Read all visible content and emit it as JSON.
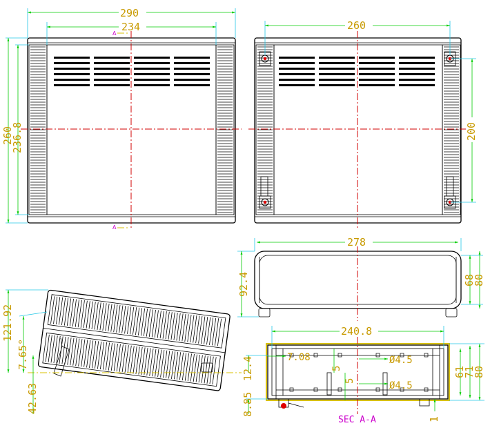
{
  "front_view": {
    "width_outer": "290",
    "width_inner": "234",
    "height_outer": "260",
    "height_inner": "236.8",
    "section_mark": "A"
  },
  "rear_view": {
    "width": "260",
    "height": "200"
  },
  "top_view": {
    "width": "278",
    "depth": "92.4",
    "h1": "68",
    "h2": "80"
  },
  "side_view": {
    "height": "121.92",
    "angle": "7.65°",
    "foot": "42.63"
  },
  "section_view": {
    "width": "240.8",
    "wall": "7.08",
    "slot1": "5",
    "slot2": "5",
    "hole1": "Ø4.5",
    "hole2": "Ø4.5",
    "h_left": "12.4",
    "h_bottom": "8.85",
    "h61": "61",
    "h71": "71",
    "h80": "80",
    "foot_gap": "1",
    "label": "SEC A-A"
  },
  "colors": {
    "outline": "#000000",
    "dimension_line": "#00cc00",
    "extension_line": "#22c7e6",
    "dimension_text": "#c89a00",
    "centerline": "#d00000",
    "section_label": "#cc00cc"
  }
}
